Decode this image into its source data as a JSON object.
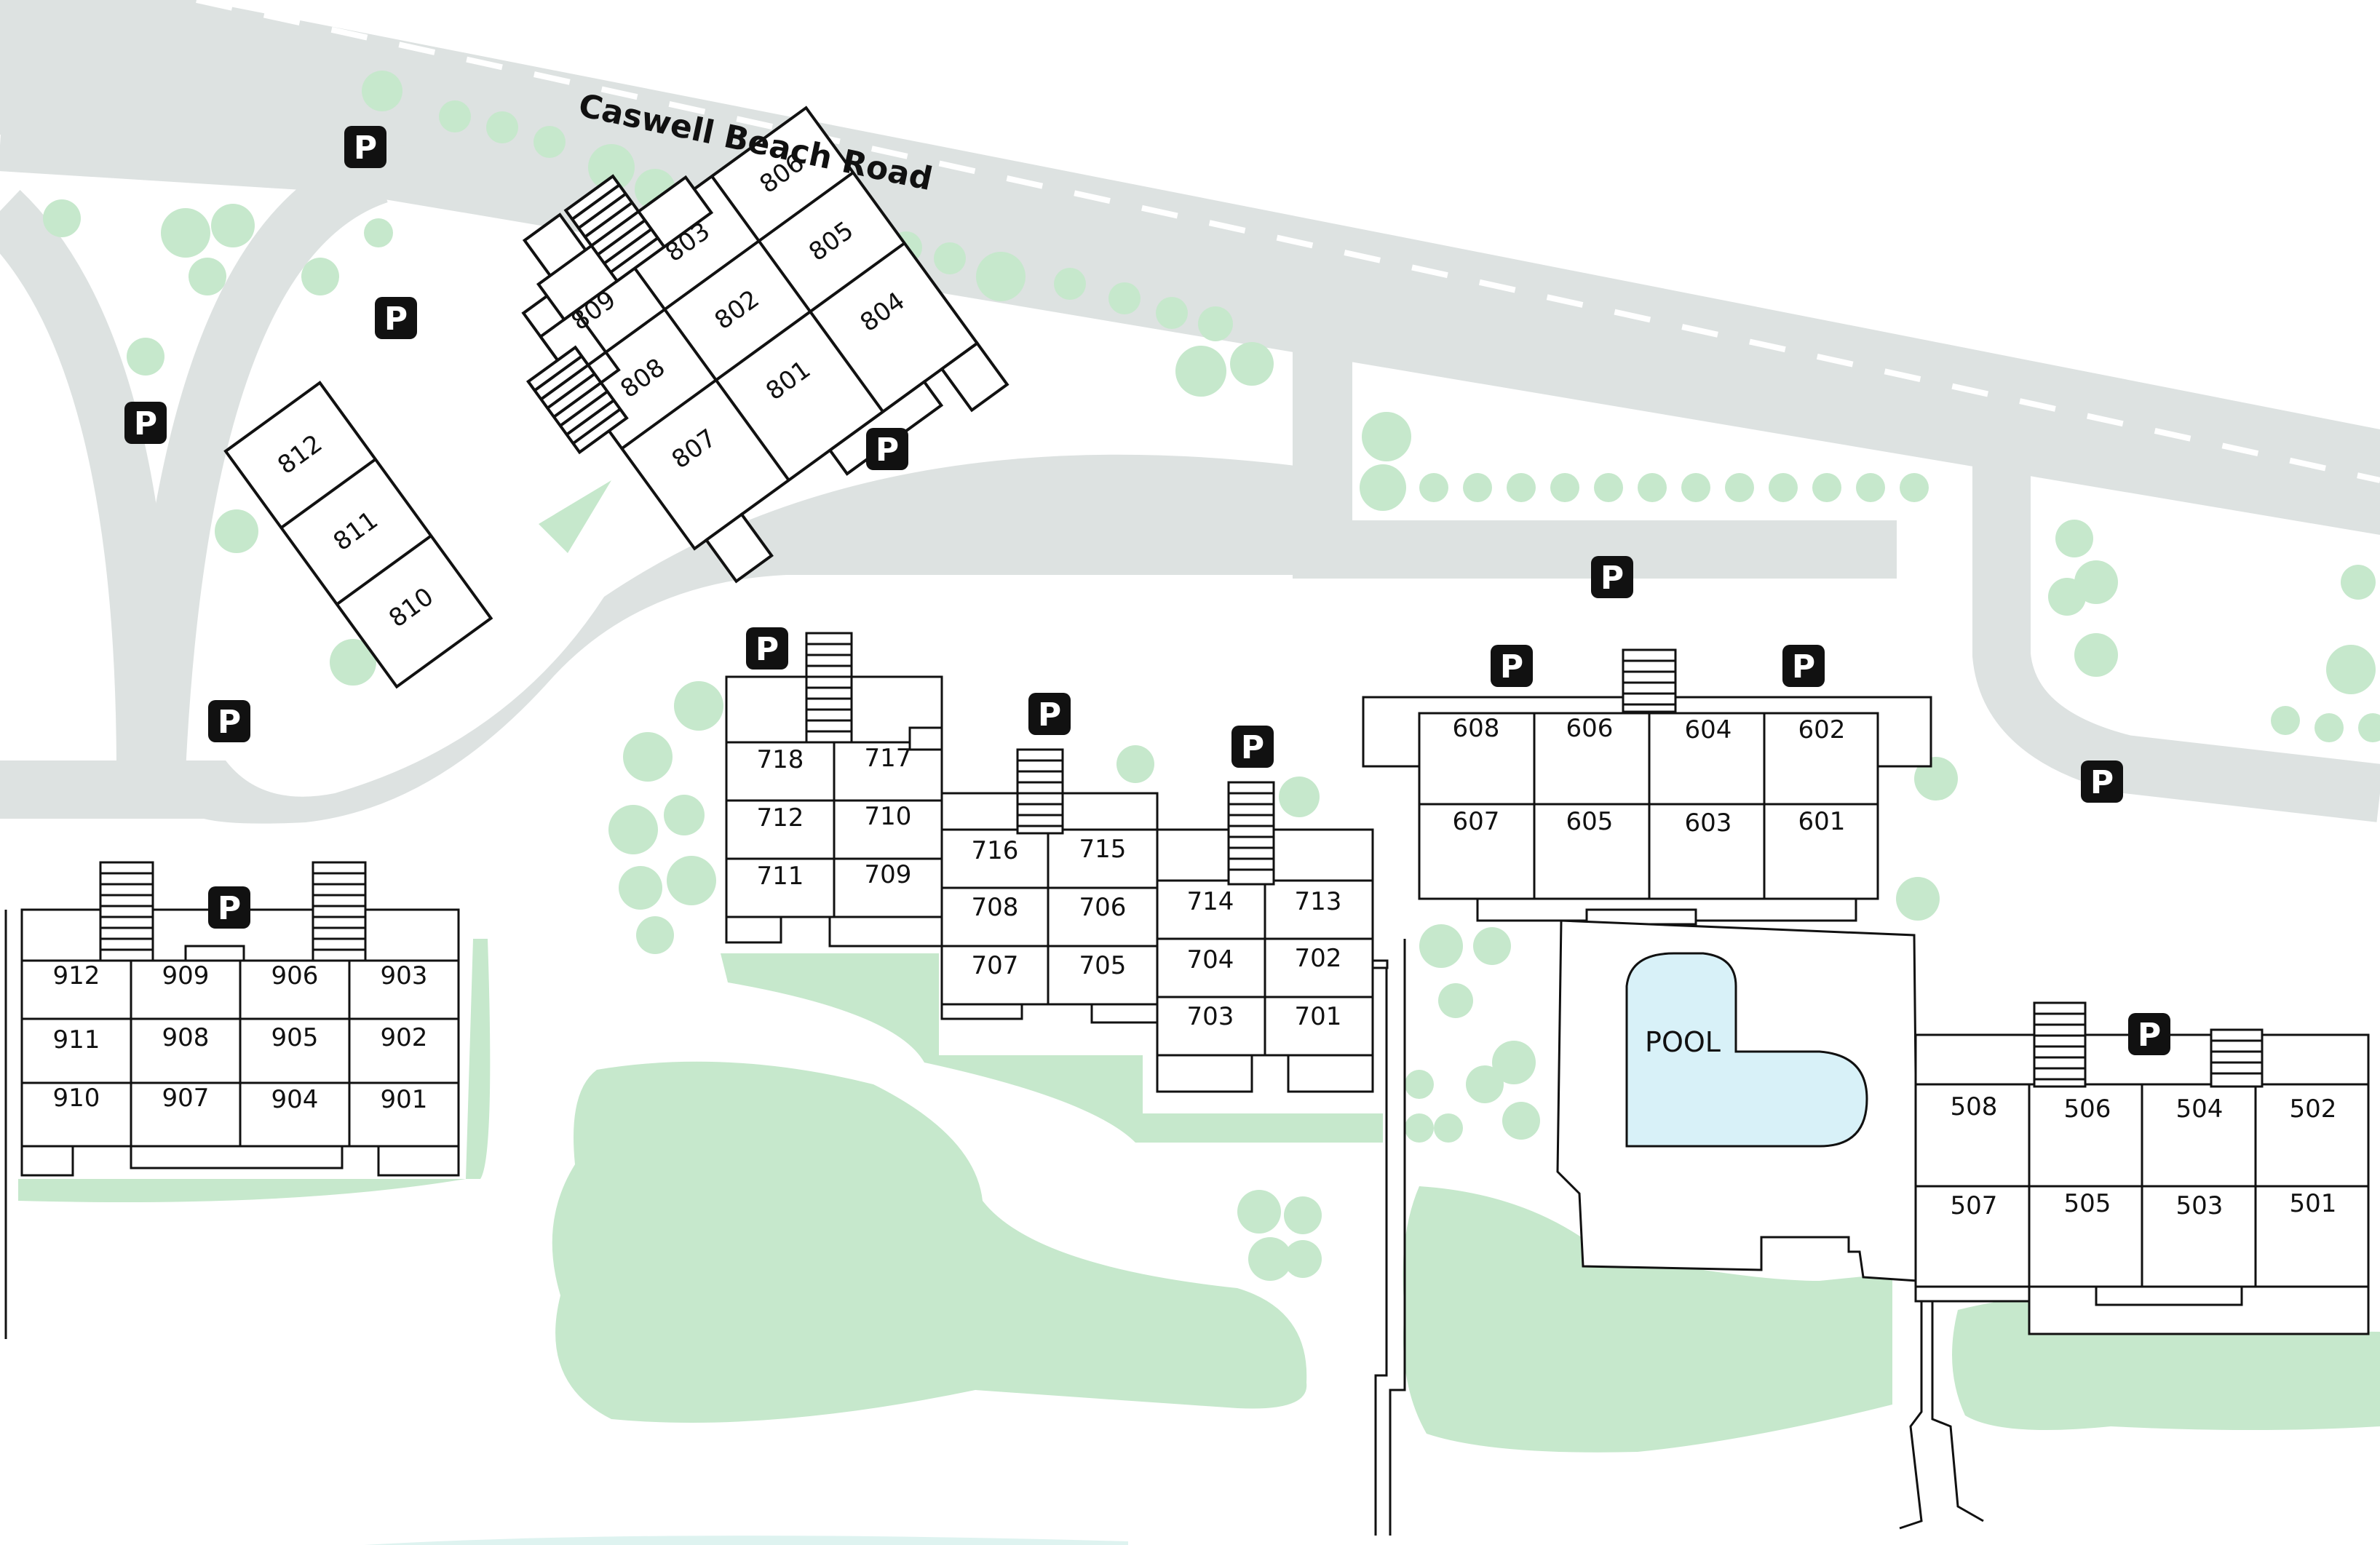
{
  "map": {
    "road_name": "Caswell Beach Road",
    "pool_label": "POOL",
    "parking_symbol": "P",
    "colors": {
      "road": "#dde2e1",
      "greenery": "#c6e8cc",
      "building_fill": "#ffffff",
      "building_stroke": "#111111",
      "pool_water": "#d8f1f8",
      "parking_badge": "#111111",
      "road_dash": "#ffffff"
    },
    "buildings": {
      "b500": {
        "units": [
          "508",
          "506",
          "504",
          "502",
          "507",
          "505",
          "503",
          "501"
        ]
      },
      "b600": {
        "units": [
          "608",
          "606",
          "604",
          "602",
          "607",
          "605",
          "603",
          "601"
        ]
      },
      "b700_west": {
        "units": [
          "718",
          "717",
          "712",
          "710",
          "711",
          "709"
        ]
      },
      "b700_mid": {
        "units": [
          "716",
          "715",
          "708",
          "706",
          "707",
          "705"
        ]
      },
      "b700_east": {
        "units": [
          "714",
          "713",
          "704",
          "702",
          "703",
          "701"
        ]
      },
      "b800": {
        "units": [
          "803",
          "802",
          "801",
          "806",
          "805",
          "804",
          "809",
          "808",
          "807",
          "812",
          "811",
          "810"
        ]
      },
      "b900": {
        "units": [
          "912",
          "909",
          "906",
          "903",
          "911",
          "908",
          "905",
          "902",
          "910",
          "907",
          "904",
          "901"
        ]
      }
    }
  }
}
